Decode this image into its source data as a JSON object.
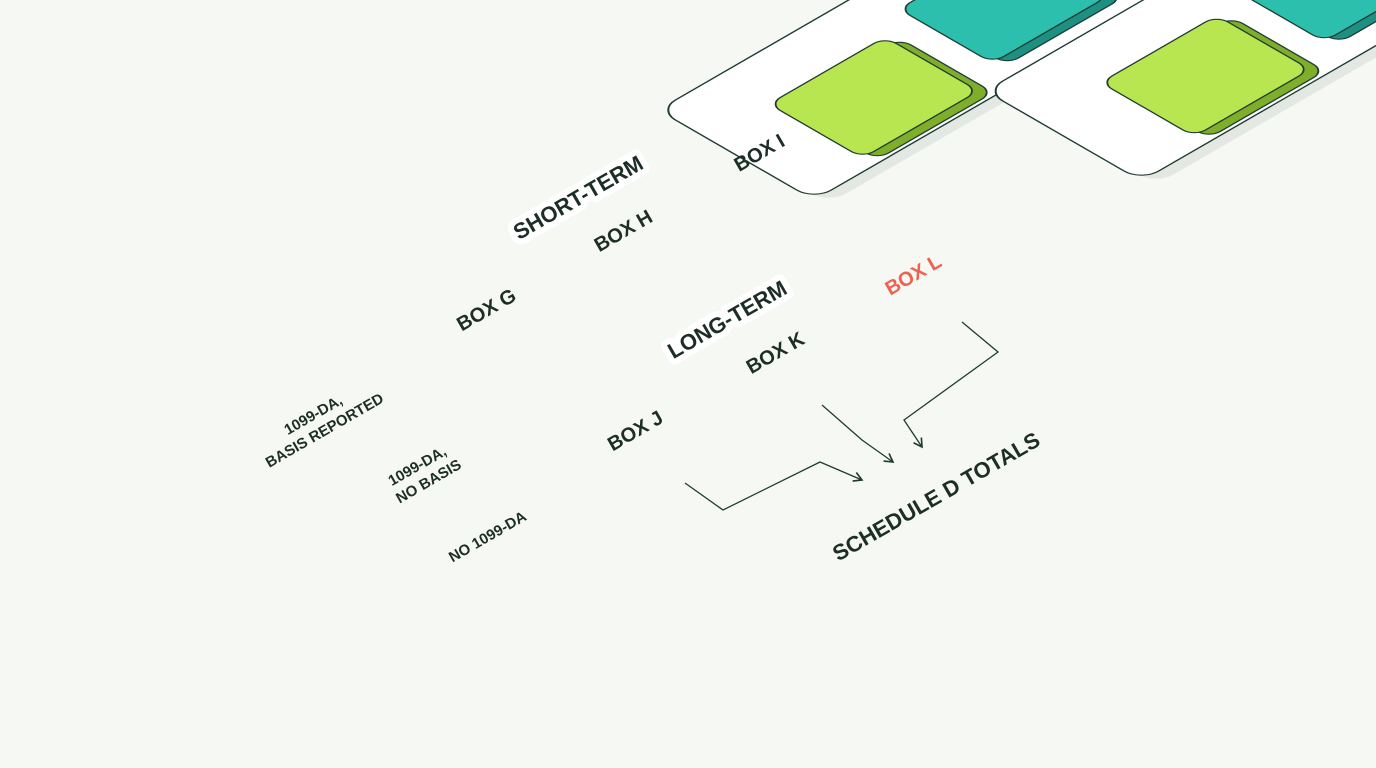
{
  "groups": {
    "short_term": {
      "title": "SHORT-TERM"
    },
    "long_term": {
      "title": "LONG-TERM"
    }
  },
  "boxes": {
    "g": {
      "label": "BOX G",
      "color": "#b8e650"
    },
    "h": {
      "label": "BOX H",
      "color": "#2dbfae"
    },
    "i": {
      "label": "BOX I",
      "color": "#b8e650"
    },
    "j": {
      "label": "BOX J",
      "color": "#b8e650"
    },
    "k": {
      "label": "BOX K",
      "color": "#2dbfae"
    },
    "l": {
      "label": "BOX L",
      "color": "#161616",
      "text_color": "#f0614f"
    }
  },
  "row_labels": {
    "basis_reported": [
      "1099-DA,",
      "BASIS REPORTED"
    ],
    "no_basis": [
      "1099-DA,",
      "NO BASIS"
    ],
    "no_1099": [
      "NO 1099-DA"
    ]
  },
  "totals": {
    "title": "SCHEDULE D TOTALS",
    "gain_color": "#b8e650",
    "loss_color": "#f26452"
  },
  "colors": {
    "outline": "#1f3b32",
    "lime": "#b8e650",
    "teal": "#2dbfae",
    "red": "#f26452",
    "black": "#161616"
  }
}
